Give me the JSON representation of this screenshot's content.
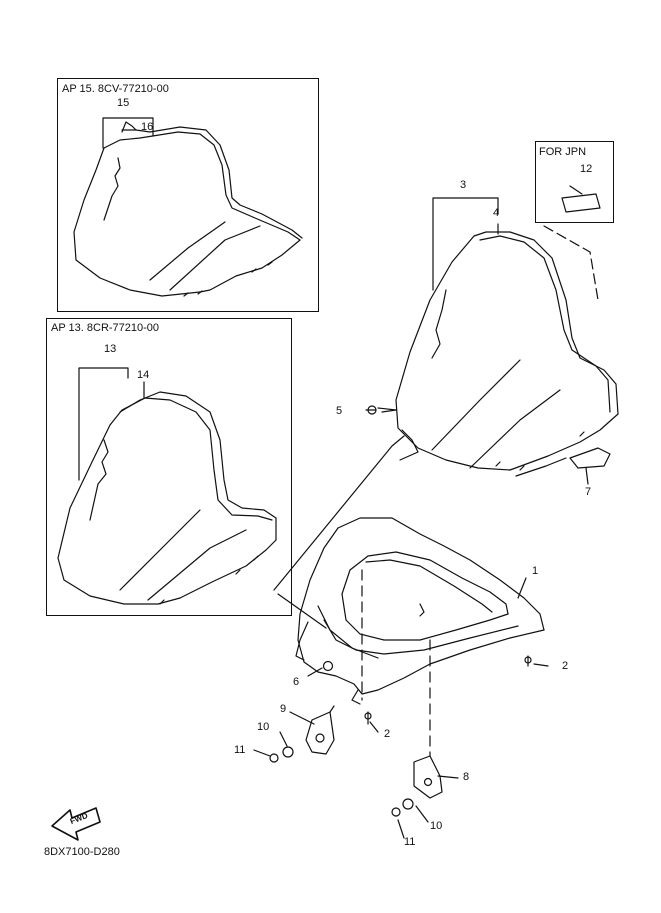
{
  "boxes": {
    "ap15": {
      "title": "AP  15. 8CV-77210-00"
    },
    "ap13": {
      "title": "AP  13. 8CR-77210-00"
    },
    "jpn": {
      "title": "FOR JPN"
    }
  },
  "callouts": {
    "c1": "1",
    "c2a": "2",
    "c2b": "2",
    "c3": "3",
    "c4": "4",
    "c5": "5",
    "c6": "6",
    "c7": "7",
    "c8": "8",
    "c9": "9",
    "c10a": "10",
    "c10b": "10",
    "c11a": "11",
    "c11b": "11",
    "c12": "12",
    "c13": "13",
    "c14": "14",
    "c15": "15",
    "c16": "16"
  },
  "fwd_label": "FWD",
  "diagram_code": "8DX7100-D280"
}
